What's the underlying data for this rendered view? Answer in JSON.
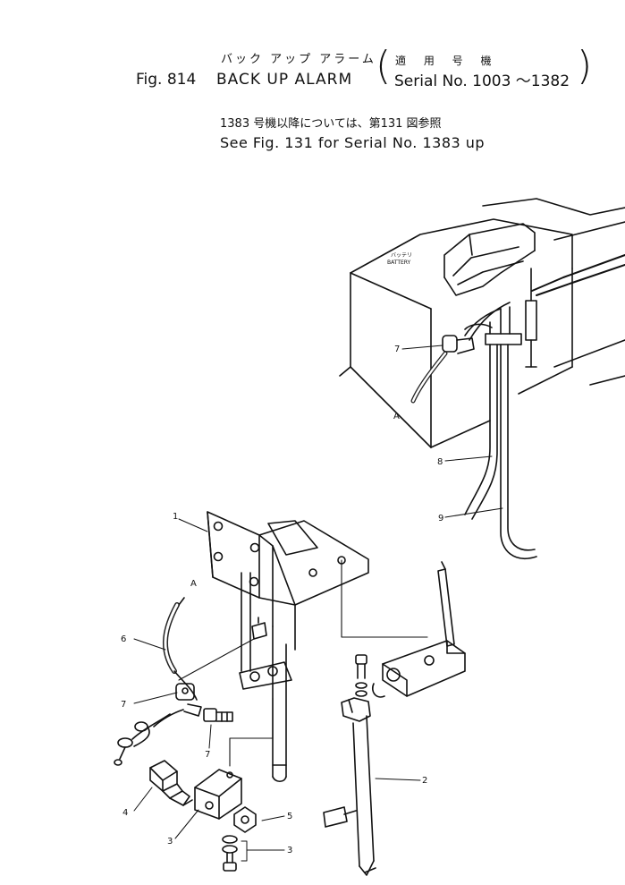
{
  "header": {
    "title_jp": "バック アップ アラーム",
    "fig_number": "Fig. 814",
    "title_en": "BACK UP ALARM",
    "serial_jp": "適 用 号 機",
    "serial_en": "Serial  No. 1003 ～1382",
    "paren_open": "(",
    "paren_close": ")"
  },
  "note": {
    "jp": "1383 号機以降については、第131 図参照",
    "en": "See Fig. 131 for Serial No. 1383 up"
  },
  "battery_label": {
    "jp": "バッテリ",
    "en": "BATTERY"
  },
  "callouts": {
    "c1": "1",
    "c2": "2",
    "c3a": "3",
    "c3b": "3",
    "c4": "4",
    "c5": "5",
    "c6": "6",
    "c7_top": "7",
    "c7_left": "7",
    "c7_mid": "7",
    "c8": "8",
    "c9": "9",
    "a_top": "A",
    "a_left": "A"
  }
}
